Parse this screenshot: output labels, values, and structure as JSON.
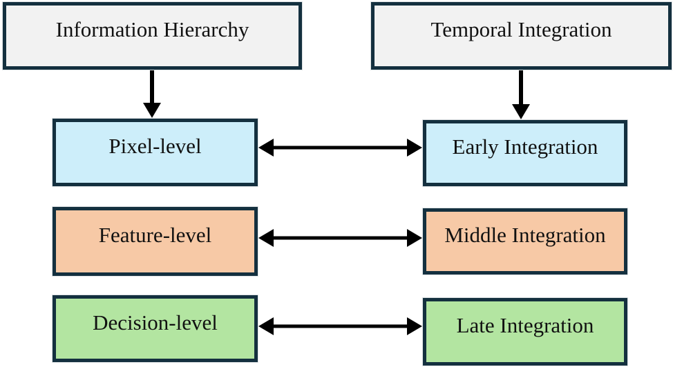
{
  "figure": {
    "title_implicit": "Fusion levels diagram",
    "columns": {
      "left_header": "Information Hierarchy",
      "right_header": "Temporal Integration"
    },
    "rows": [
      {
        "left": "Pixel-level",
        "right": "Early Integration",
        "fill": "#cdeefa"
      },
      {
        "left": "Feature-level",
        "right": "Middle Integration",
        "fill": "#f7c9a6"
      },
      {
        "left": "Decision-level",
        "right": "Late Integration",
        "fill": "#b3e5a1"
      }
    ],
    "edges": [
      {
        "from": "Information Hierarchy",
        "to": "Pixel-level",
        "type": "down-arrow"
      },
      {
        "from": "Temporal Integration",
        "to": "Early Integration",
        "type": "down-arrow"
      },
      {
        "from": "Pixel-level",
        "to": "Early Integration",
        "type": "double-arrow"
      },
      {
        "from": "Feature-level",
        "to": "Middle Integration",
        "type": "double-arrow"
      },
      {
        "from": "Decision-level",
        "to": "Late Integration",
        "type": "double-arrow"
      }
    ],
    "colors": {
      "border": "#14303f",
      "header_fill": "#f2f2f2",
      "arrow": "#000000",
      "background": "#ffffff",
      "text": "#111111"
    }
  }
}
